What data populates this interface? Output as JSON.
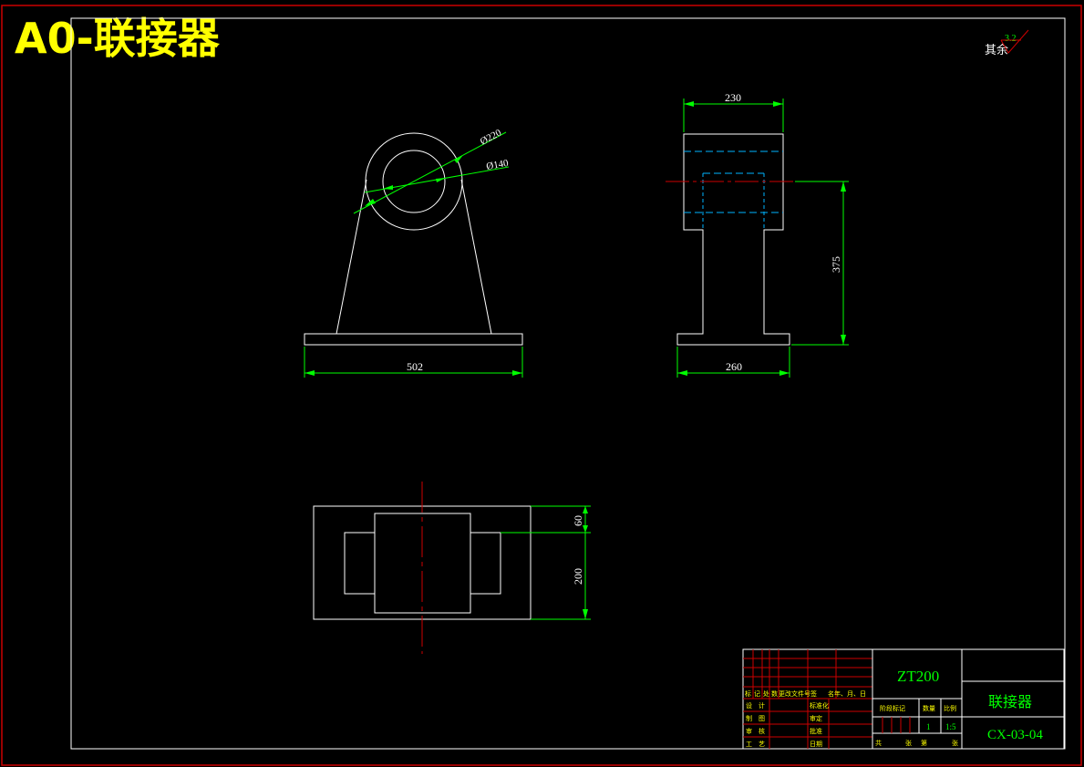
{
  "header": {
    "title": "A0-联接器"
  },
  "roughness": {
    "label": "其余",
    "value": "3.2"
  },
  "dimensions": {
    "front_outer_dia": "Ø220",
    "front_inner_dia": "Ø140",
    "front_base_width": "502",
    "side_top_width": "230",
    "side_height": "375",
    "side_base_width": "260",
    "top_view_small": "60",
    "top_view_large": "200"
  },
  "title_block": {
    "project": "ZT200",
    "part_name": "联接器",
    "drawing_no": "CX-03-04",
    "scale": "1:5",
    "quantity": "1",
    "revision_header": [
      "标",
      "记",
      "处",
      "数",
      "更改文件号",
      "签",
      "名年、月、日"
    ],
    "role_labels_left": [
      "设",
      "计",
      "制",
      "图",
      "审",
      "核",
      "工",
      "艺"
    ],
    "role_labels_mid": [
      "标准化",
      "审定",
      "批准",
      "日期"
    ],
    "stage_header": [
      "阶段标记",
      "数量",
      "比例"
    ],
    "sheet_row": [
      "共",
      "张",
      "第",
      "张"
    ]
  }
}
